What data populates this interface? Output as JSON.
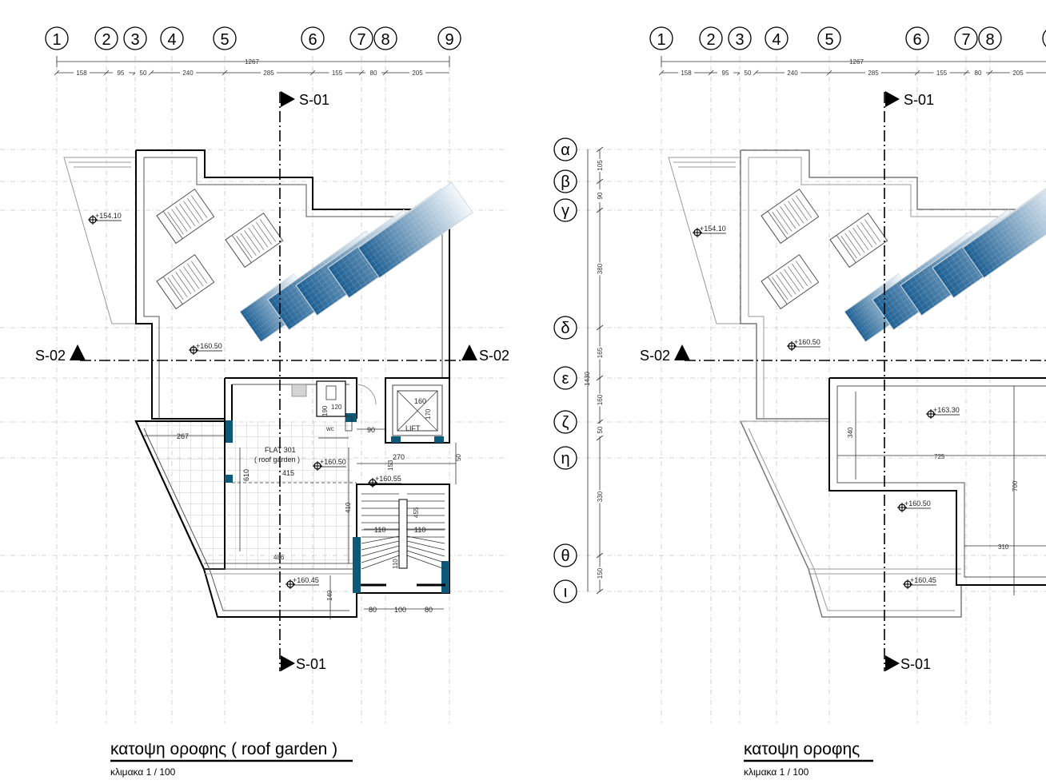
{
  "grid_numbers": [
    "1",
    "2",
    "3",
    "4",
    "5",
    "6",
    "7",
    "8",
    "9"
  ],
  "grid_letters": [
    "α",
    "β",
    "γ",
    "δ",
    "ε",
    "ζ",
    "η",
    "θ",
    "ι"
  ],
  "top_dims": {
    "total": "1267",
    "segments": [
      "158",
      "95",
      "50",
      "240",
      "285",
      "155",
      "80",
      "205"
    ]
  },
  "vertical_dims": {
    "total": "1430",
    "segments": [
      "105",
      "90",
      "380",
      "165",
      "160",
      "50",
      "330",
      "150"
    ]
  },
  "sections": {
    "s01": "S-01",
    "s02": "S-02"
  },
  "left_plan": {
    "title": "κατοψη  οροφης ( roof garden )",
    "scale": "κλιμακα 1 / 100",
    "flat_label": "FLAT 301",
    "flat_sub": "( roof garden )",
    "wc_label": "wc",
    "lift_label": "LIFT",
    "levels": [
      "+154.10",
      "+160.50",
      "+160.50",
      "+160.55",
      "+160.45"
    ],
    "dims": {
      "d267": "267",
      "d610": "610",
      "d415": "415",
      "d410": "410",
      "d486": "486",
      "d149": "149",
      "d190": "190",
      "d120": "120",
      "d90": "90",
      "d160": "160",
      "d170": "170",
      "d270": "270",
      "d153": "153",
      "d50": "50",
      "d455": "455",
      "d110a": "110",
      "d110b": "110",
      "d110c": "110",
      "d80a": "80",
      "d100": "100",
      "d80b": "80"
    }
  },
  "right_plan": {
    "title": "κατοψη  οροφης",
    "scale": "κλιμακα 1 / 100",
    "levels": [
      "+154.10",
      "+160.50",
      "+163.30",
      "+160.50",
      "+160.45"
    ],
    "dims": {
      "d340": "340",
      "d725": "725",
      "d700": "700",
      "d310": "310"
    }
  },
  "colors": {
    "accent_teal": "#0e5878",
    "panel_dark": "#1d5f93",
    "panel_light": "#f4f8fb",
    "grid": "#c9c9c9"
  }
}
